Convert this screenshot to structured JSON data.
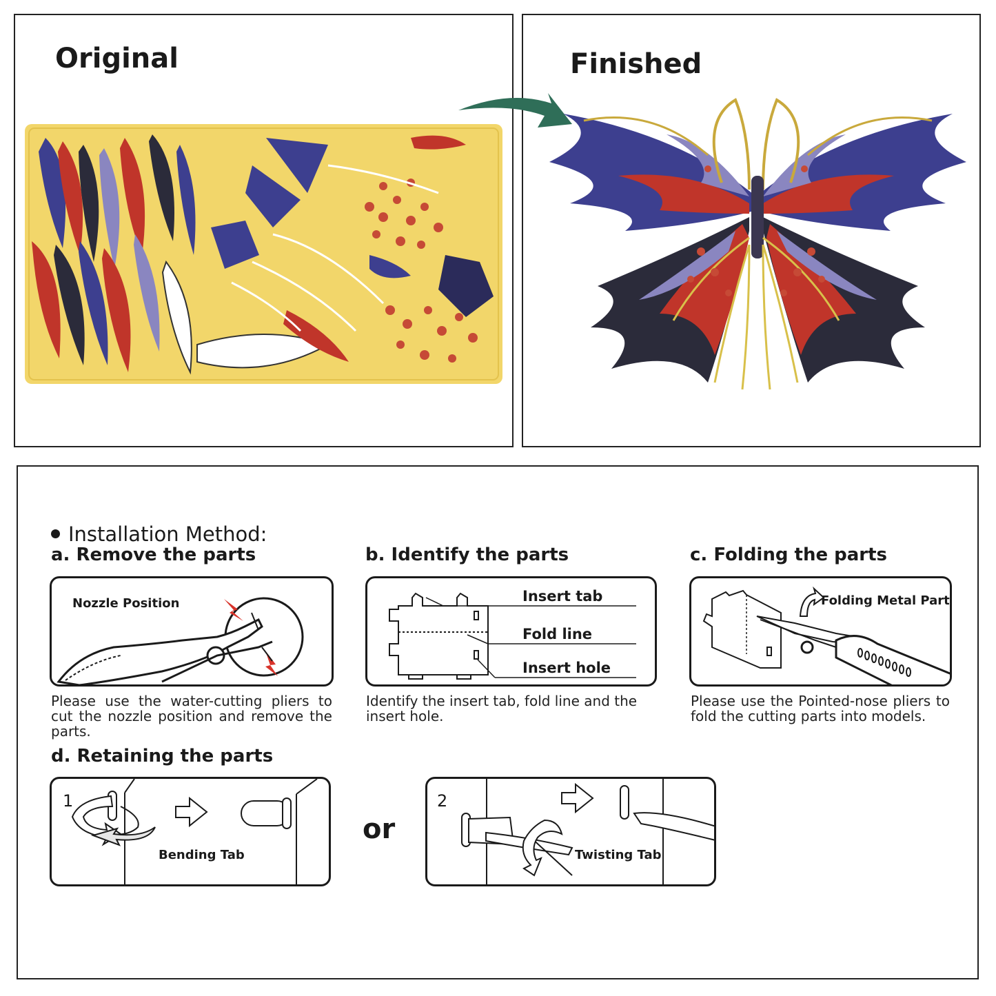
{
  "top": {
    "original_title": "Original",
    "finished_title": "Finished"
  },
  "install": {
    "heading": "Installation Method:",
    "a": {
      "title": "a. Remove the parts",
      "label": "Nozzle Position",
      "caption": "Please use the water-cutting pliers to cut the nozzle position and remove the parts."
    },
    "b": {
      "title": "b. Identify the parts",
      "labels": [
        "Insert tab",
        "Fold line",
        "Insert hole"
      ],
      "caption": "Identify the insert tab, fold line and the insert hole."
    },
    "c": {
      "title": "c. Folding the parts",
      "label": "Folding Metal Part",
      "caption": "Please use the Pointed-nose pliers to fold the cutting parts into models."
    },
    "d": {
      "title": "d. Retaining the parts",
      "step1_num": "1",
      "step1_label": "Bending Tab",
      "or": "or",
      "step2_num": "2",
      "step2_label": "Twisting Tab"
    }
  },
  "colors": {
    "sheet_gold": "#f2d66a",
    "wing_blue": "#3d3f8f",
    "wing_red": "#c0352a",
    "arrow_green": "#2f6e58"
  }
}
